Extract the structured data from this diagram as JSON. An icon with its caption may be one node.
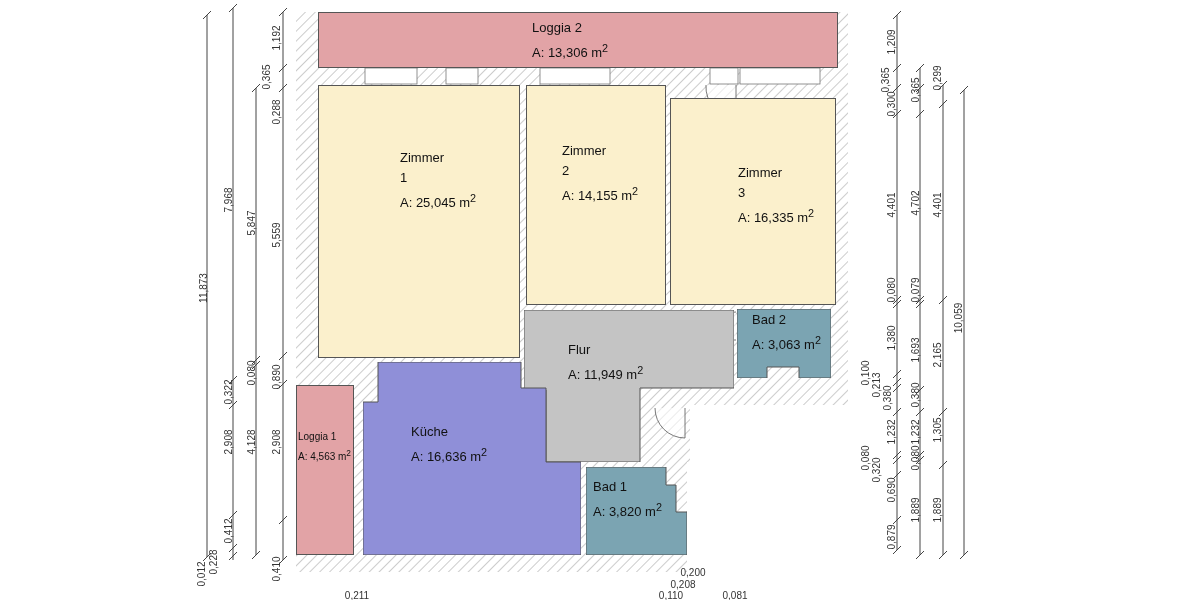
{
  "diagram": {
    "nodes": [
      {
        "text": [
          "Loggia 2",
          "A: 13,306 m$^{2}$"
        ]
      },
      {
        "text": [
          "Zimmer 1",
          "A: 25,045 m$^{2}$"
        ]
      },
      {
        "text": [
          "Zimmer 2",
          "A: 14,155 m$^{2}$"
        ]
      },
      {
        "text": [
          "Zimmer 3",
          "A: 16,335 m$^{2}$"
        ]
      },
      {
        "text": [
          "Flur",
          "A: 11,949 m$^{2}$"
        ]
      },
      {
        "text": [
          "Bad 2",
          "A: 3,063 m$^{2}$"
        ]
      },
      {
        "text": [
          "Loggia 1",
          "A: 4,563 m$^{2}$"
        ]
      },
      {
        "text": [
          "Küche",
          "A: 16,636 m$^{2}$"
        ]
      },
      {
        "text": [
          "Bad 1",
          "A: 3,820 m$^{2}$"
        ]
      }
    ],
    "edges": [],
    "labels": [
      "11,873",
      "0,228",
      "0,012",
      "7,968",
      "0,322",
      "2,908",
      "0,412",
      "5,847",
      "0,080",
      "4,128",
      "1,192",
      "0,365",
      "0,288",
      "5,559",
      "0,890",
      "2,908",
      "0,410",
      "1,209",
      "0,365",
      "0,300",
      "4,401",
      "0,080",
      "1,380",
      "0,100",
      "0,213",
      "0,380",
      "1,232",
      "0,080",
      "0,320",
      "0,690",
      "0,879",
      "0,365",
      "4,702",
      "0,079",
      "1,693",
      "0,380",
      "1,232",
      "0,080",
      "1,889",
      "0,299",
      "4,401",
      "2,165",
      "1,305",
      "1,889",
      "10,059",
      "0,200",
      "0,208",
      "0,211",
      "0,110",
      "0,081"
    ]
  }
}
